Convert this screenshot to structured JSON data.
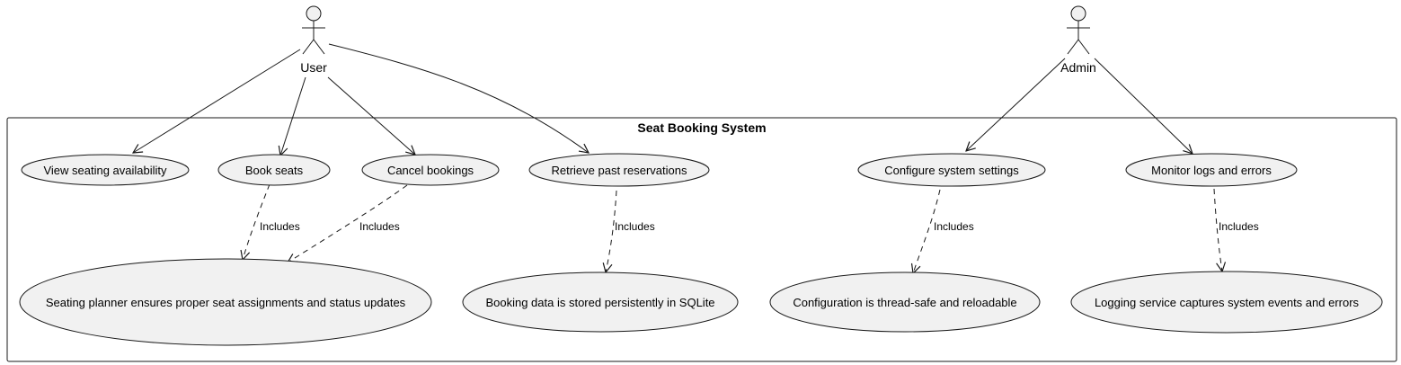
{
  "system": {
    "title": "Seat Booking System"
  },
  "actors": {
    "user": {
      "label": "User"
    },
    "admin": {
      "label": "Admin"
    }
  },
  "use_cases": {
    "view_seating": "View seating availability",
    "book_seats": "Book seats",
    "cancel_bookings": "Cancel bookings",
    "retrieve_past": "Retrieve past reservations",
    "configure_settings": "Configure system settings",
    "monitor_logs": "Monitor logs and errors",
    "seating_planner": "Seating planner ensures proper seat assignments and status updates",
    "booking_data": "Booking data is stored persistently in SQLite",
    "configuration_safe": "Configuration is thread-safe and reloadable",
    "logging_service": "Logging service captures system events and errors"
  },
  "relations": {
    "include_label": "Includes"
  },
  "colors": {
    "usecase_fill": "#f1f1f1",
    "stroke": "#181818",
    "background": "#ffffff"
  }
}
